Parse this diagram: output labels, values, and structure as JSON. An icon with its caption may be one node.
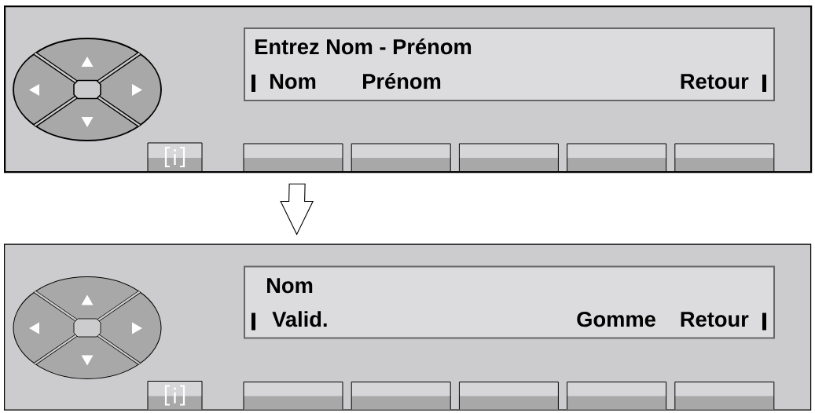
{
  "diagram": {
    "nodes": [
      {
        "text": [],
        "shape": "box"
      },
      {
        "text": [
          "Entrez Nom - Prénom",
          "Nom",
          "Prénom",
          "Retour"
        ],
        "in": 0
      },
      {
        "text": [],
        "shape": "box"
      },
      {
        "text": [
          "Nom",
          "Valid.",
          "Gomme",
          "Retour"
        ],
        "in": 2
      }
    ],
    "edges": [
      {
        "from": 0,
        "to": 2,
        "arrow": "to"
      }
    ]
  }
}
